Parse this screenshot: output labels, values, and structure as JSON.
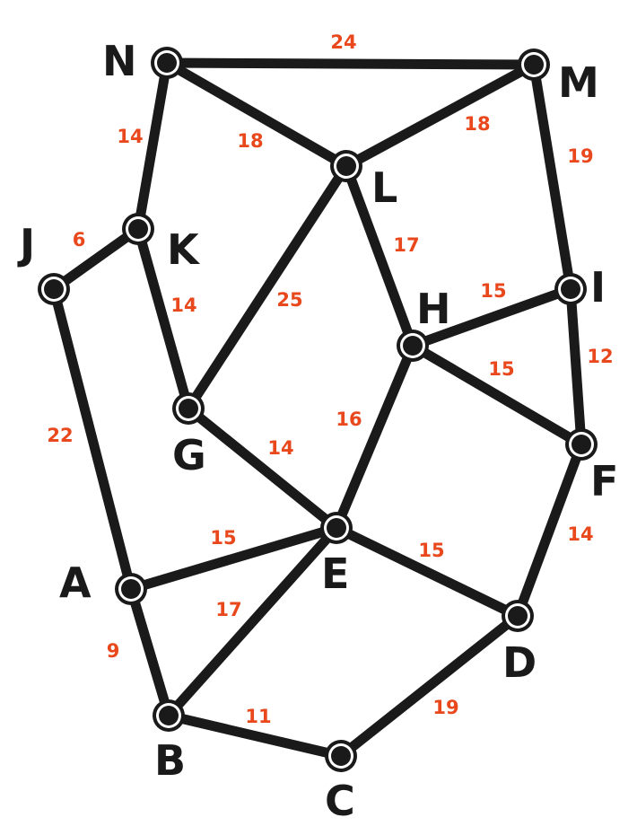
{
  "colors": {
    "edge": "#1a1a1a",
    "weight": "#e8481c",
    "background": "#ffffff"
  },
  "nodes": [
    {
      "id": "N",
      "label": "N"
    },
    {
      "id": "M",
      "label": "M"
    },
    {
      "id": "L",
      "label": "L"
    },
    {
      "id": "K",
      "label": "K"
    },
    {
      "id": "J",
      "label": "J"
    },
    {
      "id": "I",
      "label": "I"
    },
    {
      "id": "H",
      "label": "H"
    },
    {
      "id": "G",
      "label": "G"
    },
    {
      "id": "F",
      "label": "F"
    },
    {
      "id": "E",
      "label": "E"
    },
    {
      "id": "A",
      "label": "A"
    },
    {
      "id": "D",
      "label": "D"
    },
    {
      "id": "B",
      "label": "B"
    },
    {
      "id": "C",
      "label": "C"
    }
  ],
  "edges": [
    {
      "from": "N",
      "to": "M",
      "weight": "24"
    },
    {
      "from": "N",
      "to": "L",
      "weight": "18"
    },
    {
      "from": "M",
      "to": "L",
      "weight": "18"
    },
    {
      "from": "N",
      "to": "K",
      "weight": "14"
    },
    {
      "from": "M",
      "to": "I",
      "weight": "19"
    },
    {
      "from": "J",
      "to": "K",
      "weight": "6"
    },
    {
      "from": "L",
      "to": "H",
      "weight": "17"
    },
    {
      "from": "L",
      "to": "G",
      "weight": "25"
    },
    {
      "from": "K",
      "to": "G",
      "weight": "14"
    },
    {
      "from": "H",
      "to": "I",
      "weight": "15"
    },
    {
      "from": "I",
      "to": "F",
      "weight": "12"
    },
    {
      "from": "H",
      "to": "F",
      "weight": "15"
    },
    {
      "from": "J",
      "to": "A",
      "weight": "22"
    },
    {
      "from": "H",
      "to": "E",
      "weight": "16"
    },
    {
      "from": "G",
      "to": "E",
      "weight": "14"
    },
    {
      "from": "A",
      "to": "E",
      "weight": "15"
    },
    {
      "from": "E",
      "to": "D",
      "weight": "15"
    },
    {
      "from": "F",
      "to": "D",
      "weight": "14"
    },
    {
      "from": "B",
      "to": "E",
      "weight": "17"
    },
    {
      "from": "A",
      "to": "B",
      "weight": "9"
    },
    {
      "from": "B",
      "to": "C",
      "weight": "11"
    },
    {
      "from": "C",
      "to": "D",
      "weight": "19"
    }
  ]
}
